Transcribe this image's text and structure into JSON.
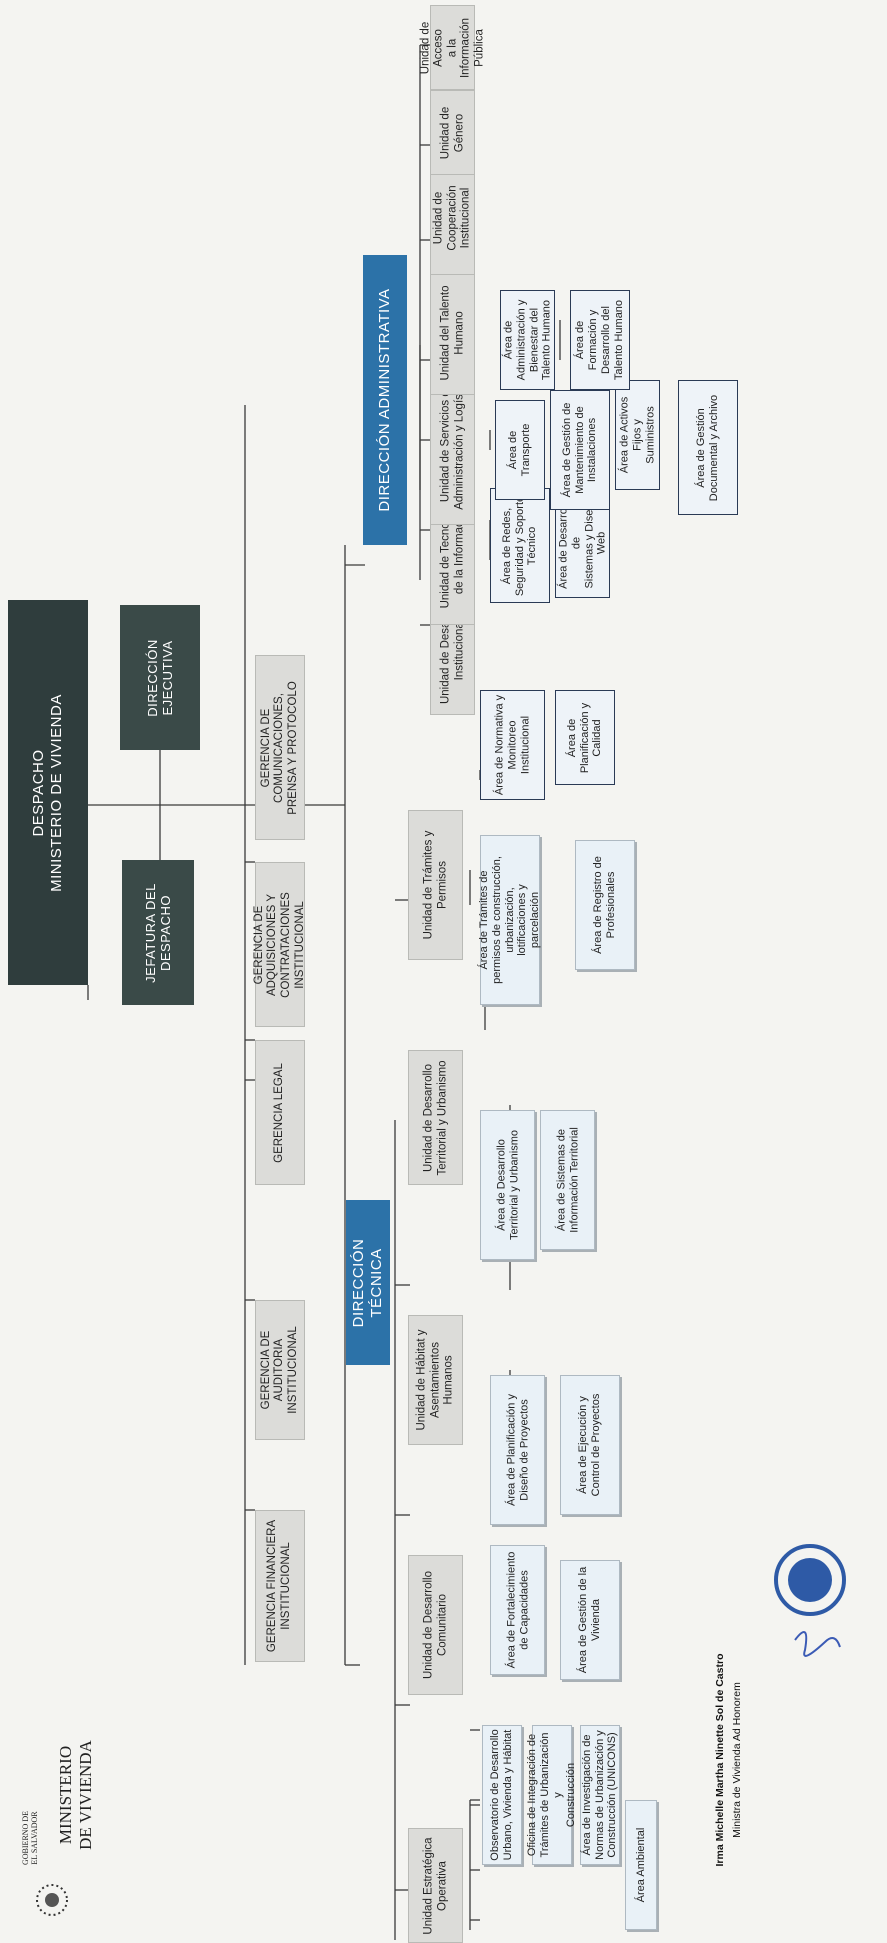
{
  "header": {
    "ministry_name": "MINISTERIO\nDE VIVIENDA",
    "government": "GOBIERNO DE\nEL SALVADOR"
  },
  "org": {
    "despacho": "DESPACHO\nMINISTERIO DE VIVIENDA",
    "jefatura": "JEFATURA DEL\nDESPACHO",
    "direccion_ejecutiva": "DIRECCIÓN\nEJECUTIVA",
    "gerencias": [
      "GERENCIA FINANCIERA\nINSTITUCIONAL",
      "GERENCIA DE\nAUDITORIA\nINSTITUCIONAL",
      "GERENCIA LEGAL",
      "GERENCIA DE\nADQUISICIONES Y\nCONTRATACIONES\nINSTITUCIONAL",
      "GERENCIA DE\nCOMUNICACIONES,\nPRENSA Y PROTOCOLO"
    ],
    "direccion_tecnica": "DIRECCIÓN TÉCNICA",
    "direccion_administrativa": "DIRECCIÓN ADMINISTRATIVA",
    "tecnica_units": [
      "Unidad Estratégica Operativa",
      "Unidad de Desarrollo\nComunitario",
      "Unidad de Hábitat y\nAsentamientos Humanos",
      "Unidad de Desarrollo\nTerritorial y Urbanismo",
      "Unidad de Trámites y\nPermisos"
    ],
    "estrategica_areas": [
      "Observatorio de Desarrollo\nUrbano, Vivienda y Hábitat",
      "Oficina de Integración de\nTrámites de Urbanización y\nConstrucción",
      "Área de Investigación de\nNormas de Urbanización y\nConstrucción (UNICONS)",
      "Área Ambiental"
    ],
    "comunitario_areas": [
      "Área de Fortalecimiento\nde Capacidades",
      "Área de Gestión de la\nVivienda"
    ],
    "habitat_areas": [
      "Área de Planificación y\nDiseño de Proyectos",
      "Área de Ejecución y\nControl de Proyectos"
    ],
    "territorial_areas": [
      "Área de Desarrollo\nTerritorial y Urbanismo",
      "Área de Sistemas de\nInformación Territorial"
    ],
    "tramites_areas": [
      "Área de Trámites de\npermisos de construcción,\nurbanización,\nlotificaciones y\nparcelación",
      "Área de Registro de\nProfesionales"
    ],
    "admin_units": [
      "Unidad de Desarrollo\nInstitucional",
      "Unidad de Tecnologías\nde la Información",
      "Unidad de Servicios de\nAdministración y Logística",
      "Unidad del Talento\nHumano",
      "Unidad de\nCooperación\nInstitucional",
      "Unidad de\nGénero",
      "Unidad de Acceso\na la Información\nPública"
    ],
    "desarrollo_inst_areas": [
      "Área de Normativa y\nMonitoreo\nInstitucional",
      "Área de\nPlanificación y\nCalidad"
    ],
    "ti_areas": [
      "Área de Redes,\nSeguridad y Soporte\nTécnico",
      "Área de Desarrollo de\nSistemas y Diseño\nWeb"
    ],
    "servicios_areas": [
      "Área de Transporte",
      "Área de Gestión de\nMantenimiento de\nInstalaciones",
      "Área de Activos Fijos y\nSuministros",
      "Área de Gestión\nDocumental y Archivo"
    ],
    "talento_areas": [
      "Área de\nAdministración y\nBienestar del\nTalento Humano",
      "Área de\nFormación y\nDesarrollo del\nTalento Humano"
    ]
  },
  "signature": {
    "name": "Irma Michelle Martha Ninette Sol de Castro",
    "title": "Ministra de Vivienda Ad Honorem"
  }
}
